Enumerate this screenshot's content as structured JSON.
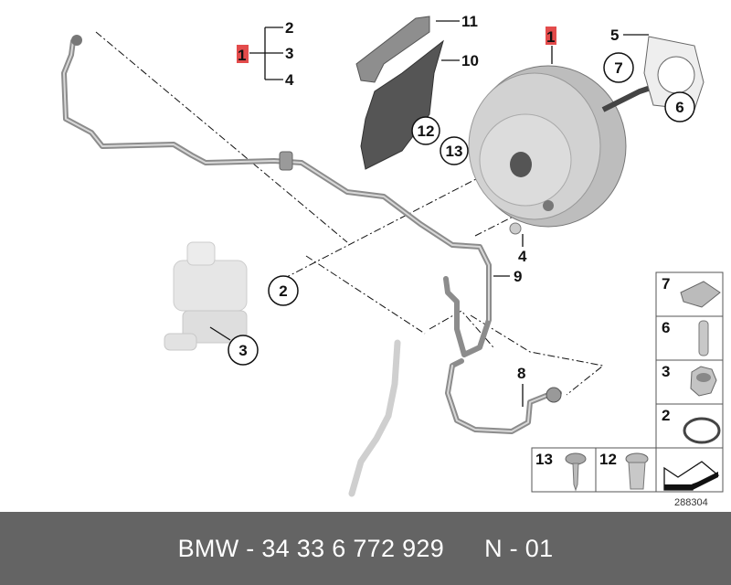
{
  "diagram": {
    "callouts": {
      "group_main": "1",
      "group_2": "2",
      "group_3": "3",
      "group_4": "4",
      "booster": "1",
      "gasket": "5",
      "clip": "7",
      "pin": "6",
      "heat_shield_upper": "11",
      "heat_shield_lower": "10",
      "nut_12": "12",
      "screw_13": "13",
      "washer": "4",
      "vacuum_pipe": "9",
      "hose": "8",
      "seal_ring": "2",
      "nut_3": "3"
    },
    "legend": {
      "items": [
        {
          "label": "7",
          "icon": "clip-icon"
        },
        {
          "label": "6",
          "icon": "pin-icon"
        },
        {
          "label": "3",
          "icon": "hex-nut-icon"
        },
        {
          "label": "2",
          "icon": "o-ring-icon"
        },
        {
          "label": "13",
          "icon": "screw-icon"
        },
        {
          "label": "12",
          "icon": "expanding-nut-icon"
        }
      ],
      "direction_icon": "direction-arrow-icon"
    },
    "reference_number": "288304",
    "highlight_color": "#e34b4b"
  },
  "footer": {
    "part_number": "BMW - 34 33 6 772 929",
    "variant": "N - 01",
    "background": "#646464"
  }
}
